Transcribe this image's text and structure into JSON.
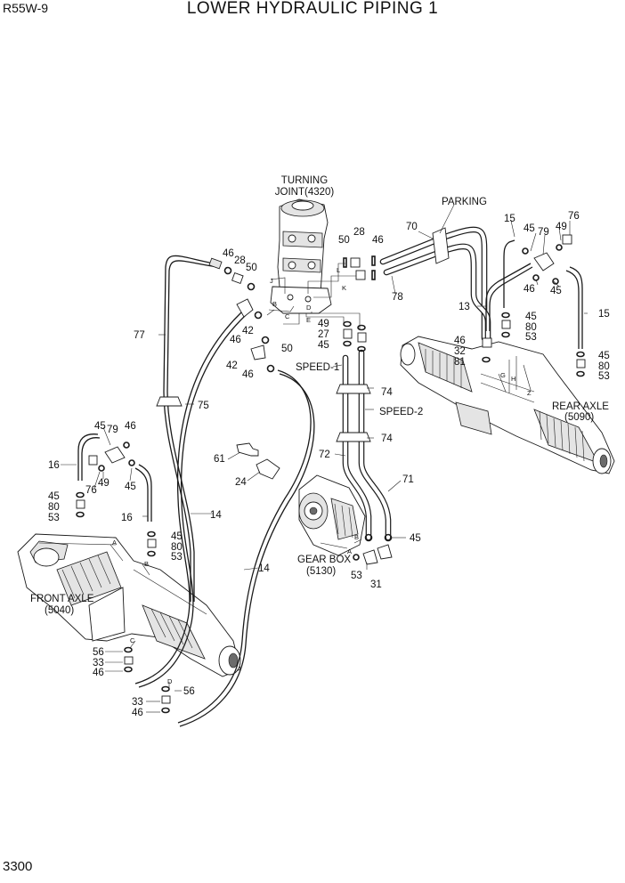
{
  "header": {
    "model": "R55W-9",
    "title": "LOWER HYDRAULIC PIPING 1",
    "page_number": "3300"
  },
  "components": {
    "turning_joint": [
      "TURNING",
      "JOINT(4320)"
    ],
    "parking": "PARKING",
    "rear_axle": [
      "REAR AXLE",
      "(5090)"
    ],
    "front_axle": [
      "FRONT AXLE",
      "(5040)"
    ],
    "gear_box": [
      "GEAR BOX",
      "(5130)"
    ],
    "speed_1": "SPEED-1",
    "speed_2": "SPEED-2"
  },
  "callouts": [
    {
      "id": "c-46a",
      "text": "46"
    },
    {
      "id": "c-28a",
      "text": "28"
    },
    {
      "id": "c-50a",
      "text": "50"
    },
    {
      "id": "c-50b",
      "text": "50"
    },
    {
      "id": "c-28b",
      "text": "28"
    },
    {
      "id": "c-46b",
      "text": "46"
    },
    {
      "id": "c-70",
      "text": "70"
    },
    {
      "id": "c-78",
      "text": "78"
    },
    {
      "id": "c-15a",
      "text": "15"
    },
    {
      "id": "c-45a",
      "text": "45"
    },
    {
      "id": "c-79a",
      "text": "79"
    },
    {
      "id": "c-49a",
      "text": "49"
    },
    {
      "id": "c-76a",
      "text": "76"
    },
    {
      "id": "c-46c",
      "text": "46"
    },
    {
      "id": "c-45b",
      "text": "45"
    },
    {
      "id": "c-15b",
      "text": "15"
    },
    {
      "id": "c-13",
      "text": "13"
    },
    {
      "id": "c-45c",
      "text": "45"
    },
    {
      "id": "c-80a",
      "text": "80"
    },
    {
      "id": "c-53a",
      "text": "53"
    },
    {
      "id": "c-46d",
      "text": "46"
    },
    {
      "id": "c-32",
      "text": "32"
    },
    {
      "id": "c-81",
      "text": "81"
    },
    {
      "id": "c-45d",
      "text": "45"
    },
    {
      "id": "c-80b",
      "text": "80"
    },
    {
      "id": "c-53b",
      "text": "53"
    },
    {
      "id": "c-77",
      "text": "77"
    },
    {
      "id": "c-42a",
      "text": "42"
    },
    {
      "id": "c-46e",
      "text": "46"
    },
    {
      "id": "c-50c",
      "text": "50"
    },
    {
      "id": "c-42b",
      "text": "42"
    },
    {
      "id": "c-46f",
      "text": "46"
    },
    {
      "id": "c-49b",
      "text": "49"
    },
    {
      "id": "c-27",
      "text": "27"
    },
    {
      "id": "c-45e",
      "text": "45"
    },
    {
      "id": "c-74a",
      "text": "74"
    },
    {
      "id": "c-75",
      "text": "75"
    },
    {
      "id": "c-74b",
      "text": "74"
    },
    {
      "id": "c-72",
      "text": "72"
    },
    {
      "id": "c-71",
      "text": "71"
    },
    {
      "id": "c-45f",
      "text": "45"
    },
    {
      "id": "c-79b",
      "text": "79"
    },
    {
      "id": "c-46g",
      "text": "46"
    },
    {
      "id": "c-16a",
      "text": "16"
    },
    {
      "id": "c-49c",
      "text": "49"
    },
    {
      "id": "c-76b",
      "text": "76"
    },
    {
      "id": "c-45g",
      "text": "45"
    },
    {
      "id": "c-45h",
      "text": "45"
    },
    {
      "id": "c-80c",
      "text": "80"
    },
    {
      "id": "c-53c",
      "text": "53"
    },
    {
      "id": "c-61",
      "text": "61"
    },
    {
      "id": "c-24",
      "text": "24"
    },
    {
      "id": "c-14a",
      "text": "14"
    },
    {
      "id": "c-16b",
      "text": "16"
    },
    {
      "id": "c-45i",
      "text": "45"
    },
    {
      "id": "c-80d",
      "text": "80"
    },
    {
      "id": "c-53d",
      "text": "53"
    },
    {
      "id": "c-14b",
      "text": "14"
    },
    {
      "id": "c-45j",
      "text": "45"
    },
    {
      "id": "c-53e",
      "text": "53"
    },
    {
      "id": "c-31",
      "text": "31"
    },
    {
      "id": "c-56a",
      "text": "56"
    },
    {
      "id": "c-33a",
      "text": "33"
    },
    {
      "id": "c-46h",
      "text": "46"
    },
    {
      "id": "c-56b",
      "text": "56"
    },
    {
      "id": "c-33b",
      "text": "33"
    },
    {
      "id": "c-46i",
      "text": "46"
    }
  ],
  "port_letters": [
    {
      "id": "p-j",
      "text": "J"
    },
    {
      "id": "p-l",
      "text": "L"
    },
    {
      "id": "p-k",
      "text": "K"
    },
    {
      "id": "p-b1",
      "text": "B"
    },
    {
      "id": "p-c1",
      "text": "C"
    },
    {
      "id": "p-d1",
      "text": "D"
    },
    {
      "id": "p-e",
      "text": "E"
    },
    {
      "id": "p-g",
      "text": "G"
    },
    {
      "id": "p-h",
      "text": "H"
    },
    {
      "id": "p-z",
      "text": "Z"
    },
    {
      "id": "p-a1",
      "text": "A"
    },
    {
      "id": "p-b2",
      "text": "B"
    },
    {
      "id": "p-c2",
      "text": "C"
    },
    {
      "id": "p-d2",
      "text": "D"
    },
    {
      "id": "p-b3",
      "text": "B"
    },
    {
      "id": "p-a2",
      "text": "A"
    }
  ]
}
